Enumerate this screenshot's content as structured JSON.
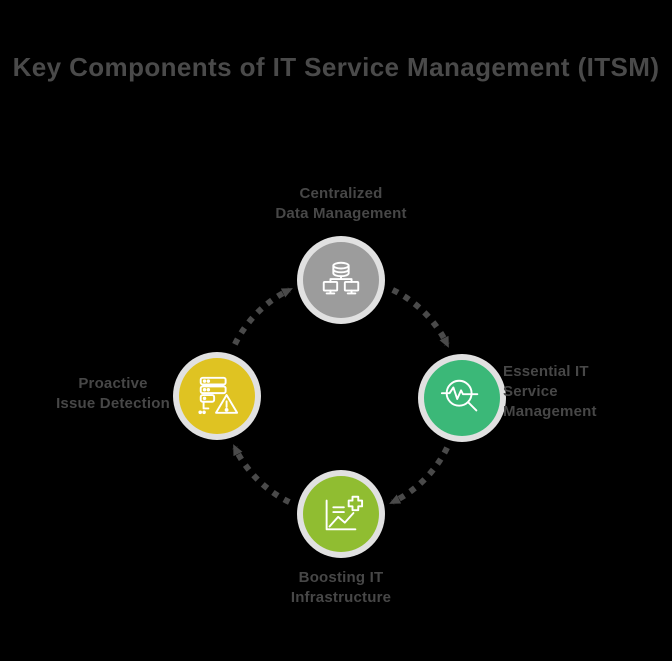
{
  "title": "Key Components of IT Service Management (ITSM)",
  "colors": {
    "background": "#000000",
    "title_text": "#4a4a4a",
    "label_text": "#474747",
    "arrow": "#4a4a4a",
    "node_halo": "#f4f4f4",
    "icon_stroke": "#ffffff",
    "node_top": "#9c9c9c",
    "node_right": "#3bb878",
    "node_bottom": "#90bd31",
    "node_left": "#dfc322"
  },
  "diagram": {
    "type": "cycle",
    "direction": "clockwise",
    "nodes": {
      "top": {
        "icon": "database-network-icon",
        "color": "#9c9c9c",
        "line1": "Centralized",
        "line2": "Data Management"
      },
      "right": {
        "icon": "pulse-magnifier-icon",
        "color": "#3bb878",
        "line1": "Essential IT",
        "line2": "Service",
        "line3": "Management"
      },
      "bottom": {
        "icon": "report-chart-plus-icon",
        "color": "#90bd31",
        "line1": "Boosting IT",
        "line2": "Infrastructure"
      },
      "left": {
        "icon": "server-alert-icon",
        "color": "#dfc322",
        "line1": "Proactive",
        "line2": "Issue Detection"
      }
    }
  }
}
